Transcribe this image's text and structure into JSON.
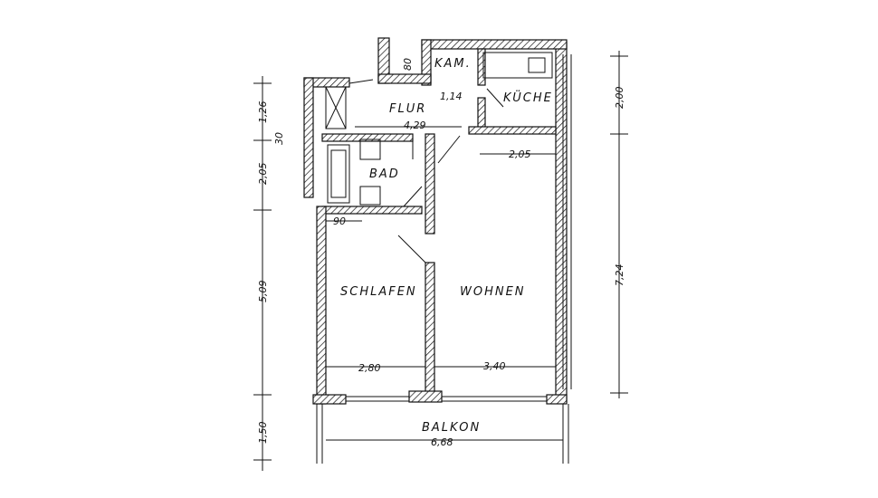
{
  "rooms": {
    "kamin": "KAM.",
    "kueche": "KÜCHE",
    "flur": "FLUR",
    "bad": "BAD",
    "schlafen": "SCHLAFEN",
    "wohnen": "WOHNEN",
    "balkon": "BALKON"
  },
  "dimensions": {
    "top_80": "80",
    "flur_width": "4,29",
    "door_114": "1,14",
    "wohnen_205": "2,05",
    "bad_90": "90",
    "schlafen_width": "2,80",
    "wohnen_width": "3,40",
    "balkon_width": "6,68",
    "left_126": "1,26",
    "left_30": "30",
    "left_205": "2,05",
    "left_509": "5,09",
    "left_150": "1,50",
    "right_200": "2,00",
    "right_724": "7,24"
  }
}
